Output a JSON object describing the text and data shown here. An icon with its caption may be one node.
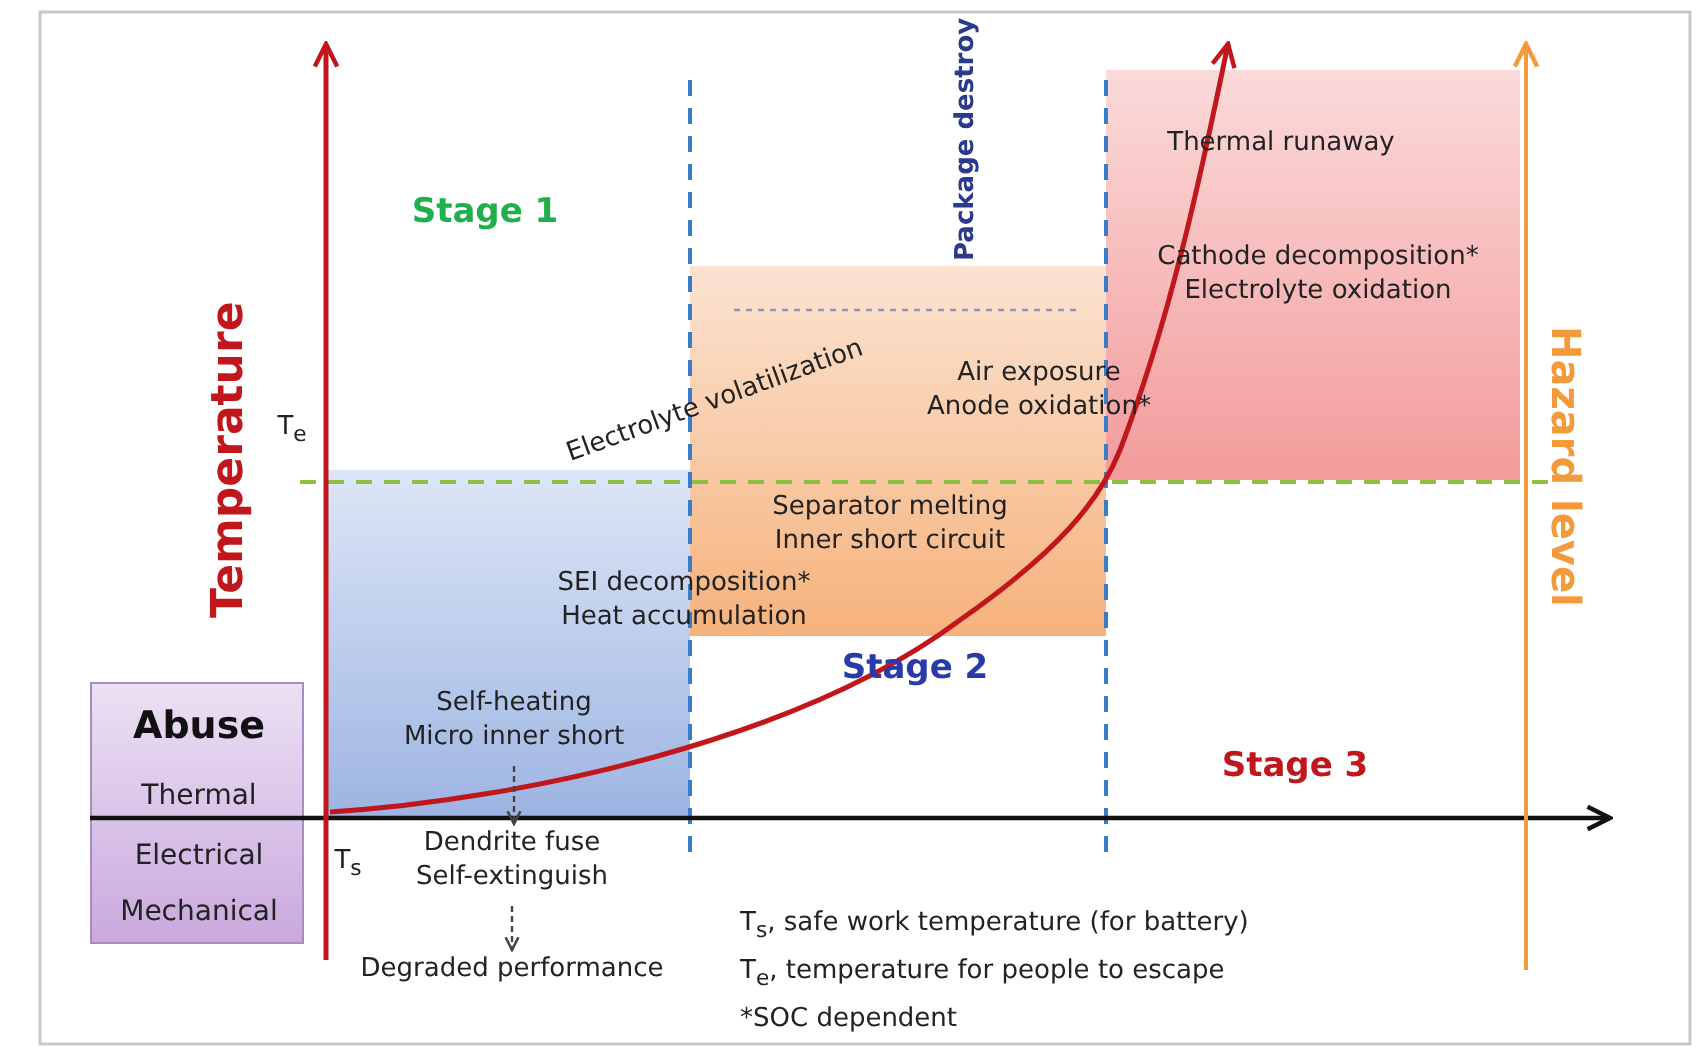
{
  "diagram": {
    "nodes": [
      {
        "text": [
          "Abuse",
          "Thermal",
          "Electrical",
          "Mechanical"
        ]
      },
      {
        "text": [],
        "shape": "box"
      },
      {
        "text": [
          "Self-heating Micro inner short"
        ],
        "in": 1
      },
      {
        "text": [
          "Air exposure Anode oxidation*",
          "Separator melting Inner short circuit"
        ]
      },
      {
        "text": [
          "Thermal runaway",
          "Cathode decomposition* Electrolyte oxidation"
        ]
      },
      {
        "text": [
          "Dendrite fuse Self-extinguish"
        ]
      },
      {
        "text": [
          "Degraded performance"
        ]
      }
    ],
    "edges": [
      {
        "from": 2,
        "to": 5,
        "arrow": "to",
        "style": "dashed"
      },
      {
        "from": 5,
        "to": 6,
        "arrow": "to",
        "style": "dashed"
      }
    ],
    "labels": [
      "Package destroy",
      "Stage 1",
      "Temperature",
      "Electrolyte volatilization",
      "T$_{e}$",
      "Hazard level",
      "SEI decomposition* Heat accumulation",
      "Stage 2",
      "Stage 3",
      "T$_{s}$",
      "T$_{s}$, safe work temperature (for battery)",
      "T$_{e}$, temperature for people to escape",
      "*SOC dependent"
    ]
  }
}
